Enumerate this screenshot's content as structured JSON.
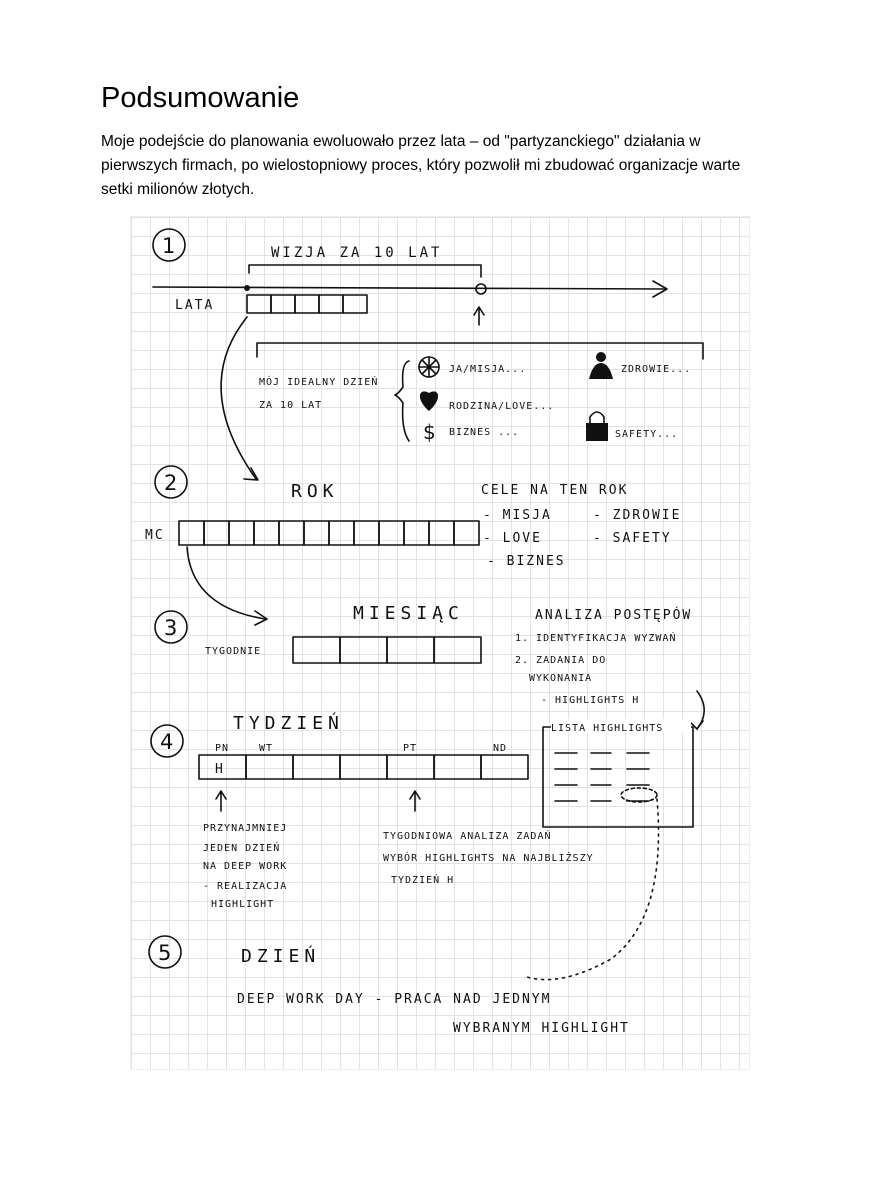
{
  "document": {
    "title": "Podsumowanie",
    "intro": "Moje podejście do planowania ewoluowało przez lata – od \"partyzanckiego\" działania w pierwszych firmach, po wielostopniowy proces, który pozwolił mi zbudować organizacje warte setki milionów złotych."
  },
  "sketch": {
    "section1": {
      "number": "1",
      "vision": "WIZJA ZA 10 LAT",
      "years_label": "LATA",
      "ideal_day": [
        "MÓJ IDEALNY DZIEŃ",
        "ZA 10 LAT"
      ],
      "areas": {
        "mission": "JA/MISJA...",
        "health": "ZDROWIE...",
        "family": "RODZINA/LOVE...",
        "business": "BIZNES ...",
        "safety": "SAFETY..."
      }
    },
    "section2": {
      "number": "2",
      "heading": "ROK",
      "months_label": "MC",
      "goals_title": "CELE NA TEN ROK",
      "goals": [
        "- MISJA",
        "- ZDROWIE",
        "- LOVE",
        "- SAFETY",
        "- BIZNES"
      ]
    },
    "section3": {
      "number": "3",
      "heading": "MIESIĄC",
      "weeks_label": "TYGODNIE",
      "analysis_title": "ANALIZA POSTĘPÓW",
      "analysis_items": [
        "1. IDENTYFIKACJA WYZWAŃ",
        "2. ZADANIA DO",
        "WYKONANIA",
        "- HIGHLIGHTS H"
      ]
    },
    "section4": {
      "number": "4",
      "heading": "TYDZIEŃ",
      "days": [
        "PN",
        "WT",
        "PT",
        "ND"
      ],
      "h_marker": "H",
      "list_title": "LISTA HIGHLIGHTS",
      "note_left": [
        "PRZYNAJMNIEJ",
        "JEDEN DZIEŃ",
        "NA DEEP WORK",
        "- REALIZACJA",
        "HIGHLIGHT"
      ],
      "note_right": [
        "TYGODNIOWA ANALIZA ZADAŃ",
        "WYBÓR HIGHLIGHTS NA NAJBLIŻSZY",
        "TYDZIEŃ H"
      ]
    },
    "section5": {
      "number": "5",
      "heading": "DZIEŃ",
      "deep_work": [
        "DEEP WORK DAY - PRACA NAD JEDNYM",
        "WYBRANYM HIGHLIGHT"
      ]
    }
  }
}
